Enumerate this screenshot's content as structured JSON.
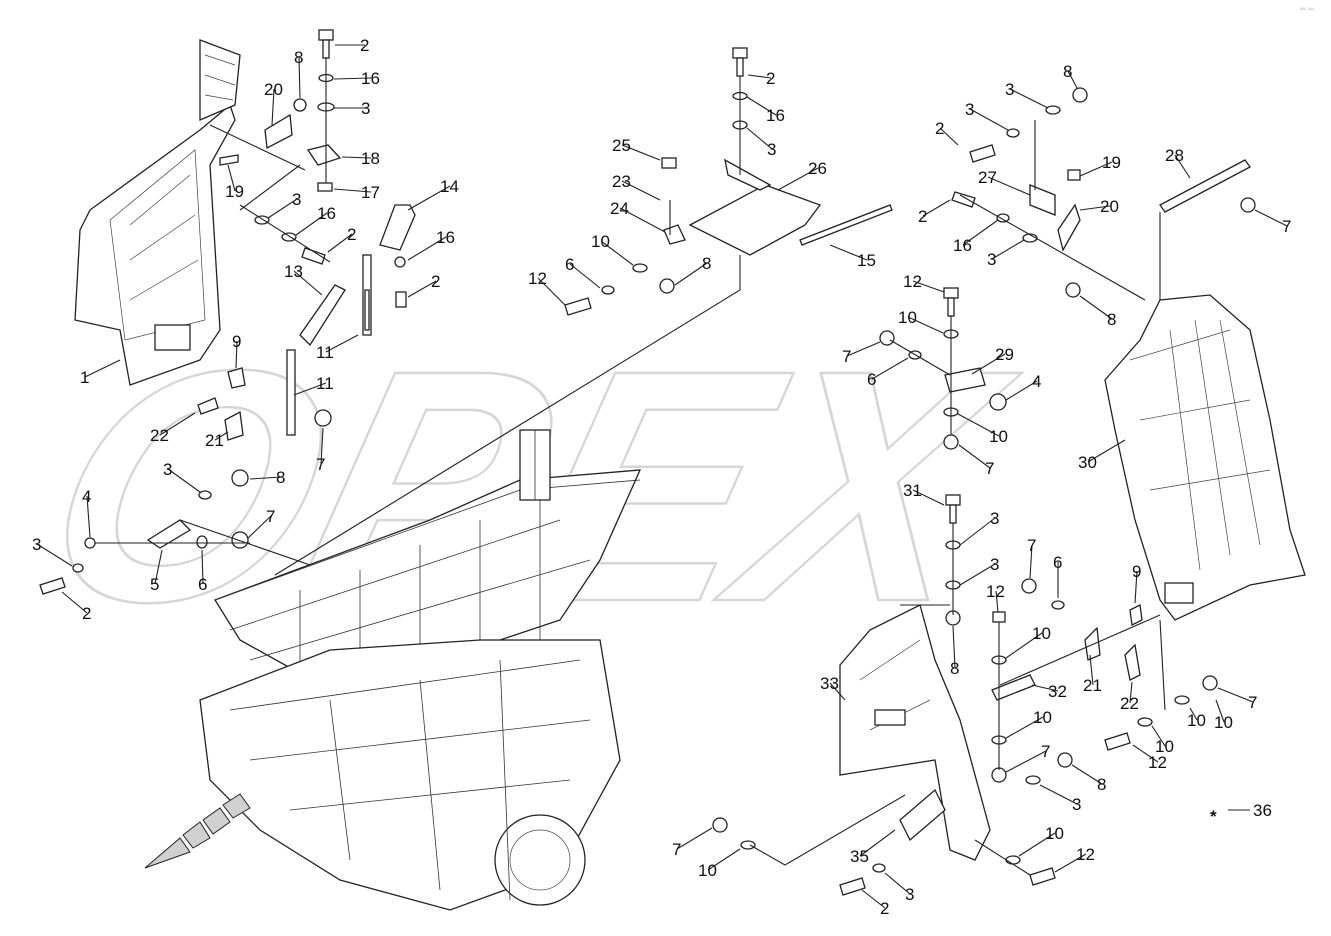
{
  "watermark": {
    "text": "OPEX"
  },
  "corner_mark": "═ ═",
  "asterisk_note": {
    "symbol": "*",
    "number": "36"
  },
  "callouts": [
    {
      "id": "c1",
      "label": "1"
    },
    {
      "id": "c2a",
      "label": "2"
    },
    {
      "id": "c2b",
      "label": "2"
    },
    {
      "id": "c2c",
      "label": "2"
    },
    {
      "id": "c2d",
      "label": "2"
    },
    {
      "id": "c2e",
      "label": "2"
    },
    {
      "id": "c2f",
      "label": "2"
    },
    {
      "id": "c2g",
      "label": "2"
    },
    {
      "id": "c2h",
      "label": "2"
    },
    {
      "id": "c3a",
      "label": "3"
    },
    {
      "id": "c3b",
      "label": "3"
    },
    {
      "id": "c3c",
      "label": "3"
    },
    {
      "id": "c3d",
      "label": "3"
    },
    {
      "id": "c3e",
      "label": "3"
    },
    {
      "id": "c3f",
      "label": "3"
    },
    {
      "id": "c3g",
      "label": "3"
    },
    {
      "id": "c3h",
      "label": "3"
    },
    {
      "id": "c3i",
      "label": "3"
    },
    {
      "id": "c3j",
      "label": "3"
    },
    {
      "id": "c3k",
      "label": "3"
    },
    {
      "id": "c3l",
      "label": "3"
    },
    {
      "id": "c4a",
      "label": "4"
    },
    {
      "id": "c4b",
      "label": "4"
    },
    {
      "id": "c5",
      "label": "5"
    },
    {
      "id": "c6a",
      "label": "6"
    },
    {
      "id": "c6b",
      "label": "6"
    },
    {
      "id": "c6c",
      "label": "6"
    },
    {
      "id": "c6d",
      "label": "6"
    },
    {
      "id": "c7a",
      "label": "7"
    },
    {
      "id": "c7b",
      "label": "7"
    },
    {
      "id": "c7c",
      "label": "7"
    },
    {
      "id": "c7d",
      "label": "7"
    },
    {
      "id": "c7e",
      "label": "7"
    },
    {
      "id": "c7f",
      "label": "7"
    },
    {
      "id": "c7g",
      "label": "7"
    },
    {
      "id": "c7h",
      "label": "7"
    },
    {
      "id": "c7i",
      "label": "7"
    },
    {
      "id": "c8a",
      "label": "8"
    },
    {
      "id": "c8b",
      "label": "8"
    },
    {
      "id": "c8c",
      "label": "8"
    },
    {
      "id": "c8d",
      "label": "8"
    },
    {
      "id": "c8e",
      "label": "8"
    },
    {
      "id": "c8f",
      "label": "8"
    },
    {
      "id": "c8g",
      "label": "8"
    },
    {
      "id": "c9a",
      "label": "9"
    },
    {
      "id": "c9b",
      "label": "9"
    },
    {
      "id": "c10a",
      "label": "10"
    },
    {
      "id": "c10b",
      "label": "10"
    },
    {
      "id": "c10c",
      "label": "10"
    },
    {
      "id": "c10d",
      "label": "10"
    },
    {
      "id": "c10e",
      "label": "10"
    },
    {
      "id": "c10f",
      "label": "10"
    },
    {
      "id": "c10g",
      "label": "10"
    },
    {
      "id": "c10h",
      "label": "10"
    },
    {
      "id": "c10i",
      "label": "10"
    },
    {
      "id": "c10j",
      "label": "10"
    },
    {
      "id": "c11a",
      "label": "11"
    },
    {
      "id": "c11b",
      "label": "11"
    },
    {
      "id": "c12a",
      "label": "12"
    },
    {
      "id": "c12b",
      "label": "12"
    },
    {
      "id": "c12c",
      "label": "12"
    },
    {
      "id": "c12d",
      "label": "12"
    },
    {
      "id": "c12e",
      "label": "12"
    },
    {
      "id": "c13",
      "label": "13"
    },
    {
      "id": "c14",
      "label": "14"
    },
    {
      "id": "c15",
      "label": "15"
    },
    {
      "id": "c16a",
      "label": "16"
    },
    {
      "id": "c16b",
      "label": "16"
    },
    {
      "id": "c16c",
      "label": "16"
    },
    {
      "id": "c16d",
      "label": "16"
    },
    {
      "id": "c16e",
      "label": "16"
    },
    {
      "id": "c17",
      "label": "17"
    },
    {
      "id": "c18",
      "label": "18"
    },
    {
      "id": "c19a",
      "label": "19"
    },
    {
      "id": "c19b",
      "label": "19"
    },
    {
      "id": "c20a",
      "label": "20"
    },
    {
      "id": "c20b",
      "label": "20"
    },
    {
      "id": "c21a",
      "label": "21"
    },
    {
      "id": "c21b",
      "label": "21"
    },
    {
      "id": "c22a",
      "label": "22"
    },
    {
      "id": "c22b",
      "label": "22"
    },
    {
      "id": "c23",
      "label": "23"
    },
    {
      "id": "c24",
      "label": "24"
    },
    {
      "id": "c25",
      "label": "25"
    },
    {
      "id": "c26",
      "label": "26"
    },
    {
      "id": "c27",
      "label": "27"
    },
    {
      "id": "c28",
      "label": "28"
    },
    {
      "id": "c29",
      "label": "29"
    },
    {
      "id": "c30",
      "label": "30"
    },
    {
      "id": "c31",
      "label": "31"
    },
    {
      "id": "c32",
      "label": "32"
    },
    {
      "id": "c33",
      "label": "33"
    },
    {
      "id": "c35",
      "label": "35"
    }
  ]
}
